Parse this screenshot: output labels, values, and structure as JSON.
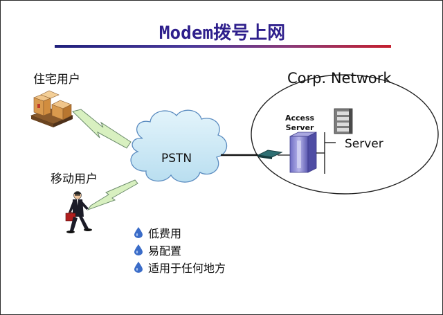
{
  "title": "Modem拨号上网",
  "nodes": {
    "home_user": "住宅用户",
    "mobile_user": "移动用户",
    "cloud": "PSTN",
    "corp_network": "Corp. Network",
    "access_server_line1": "Access",
    "access_server_line2": "Server",
    "server": "Server"
  },
  "features": [
    "低费用",
    "易配置",
    "适用于任何地方"
  ],
  "colors": {
    "title": "#2e1f8c",
    "cloud_fill": "#cfe9f6",
    "lightning": "#d8f0c0",
    "bullet": "#3a6cc8"
  }
}
